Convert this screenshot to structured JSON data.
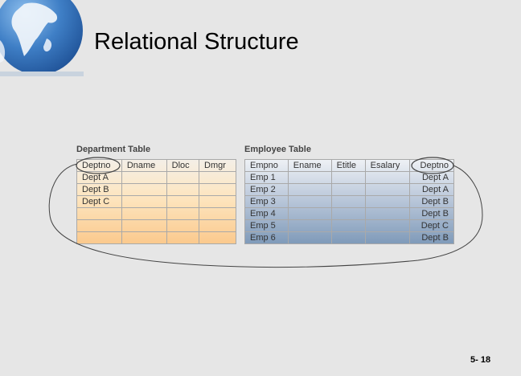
{
  "slide": {
    "title": "Relational Structure",
    "page_number": "5- 18"
  },
  "department_table": {
    "caption": "Department Table",
    "headers": [
      "Deptno",
      "Dname",
      "Dloc",
      "Dmgr"
    ],
    "rows": [
      [
        "Dept A",
        "",
        "",
        ""
      ],
      [
        "Dept B",
        "",
        "",
        ""
      ],
      [
        "Dept C",
        "",
        "",
        ""
      ],
      [
        "",
        "",
        "",
        ""
      ],
      [
        "",
        "",
        "",
        ""
      ],
      [
        "",
        "",
        "",
        ""
      ]
    ]
  },
  "employee_table": {
    "caption": "Employee Table",
    "headers": [
      "Empno",
      "Ename",
      "Etitle",
      "Esalary",
      "Deptno"
    ],
    "rows": [
      [
        "Emp 1",
        "",
        "",
        "",
        "Dept A"
      ],
      [
        "Emp 2",
        "",
        "",
        "",
        "Dept A"
      ],
      [
        "Emp 3",
        "",
        "",
        "",
        "Dept B"
      ],
      [
        "Emp 4",
        "",
        "",
        "",
        "Dept B"
      ],
      [
        "Emp 5",
        "",
        "",
        "",
        "Dept C"
      ],
      [
        "Emp 6",
        "",
        "",
        "",
        "Dept B"
      ]
    ]
  },
  "colors": {
    "dept_fill_top": "#fde5bf",
    "dept_fill_bottom": "#fbc98d",
    "emp_fill_top": "#bcc9db",
    "emp_fill_bottom": "#7f9ab9",
    "globe_blue": "#2f6db5"
  }
}
